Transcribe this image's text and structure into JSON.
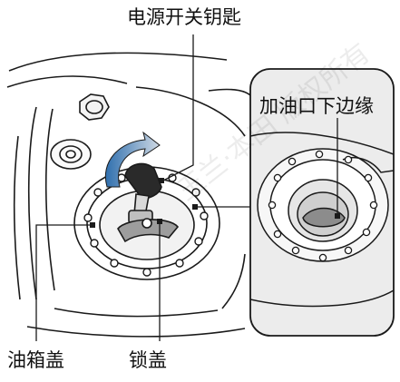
{
  "labels": {
    "ignition_key": "电源开关钥匙",
    "filler_neck_edge": "加油口下边缘",
    "fuel_tank_cap": "油箱盖",
    "lock_cover": "锁盖"
  },
  "watermark": "玉兰·本田 版权所有",
  "colors": {
    "line": "#1a1a1a",
    "arrow_gradient_start": "#2f6fae",
    "arrow_gradient_end": "#cfd9e4",
    "panel_fill": "#ececec"
  }
}
